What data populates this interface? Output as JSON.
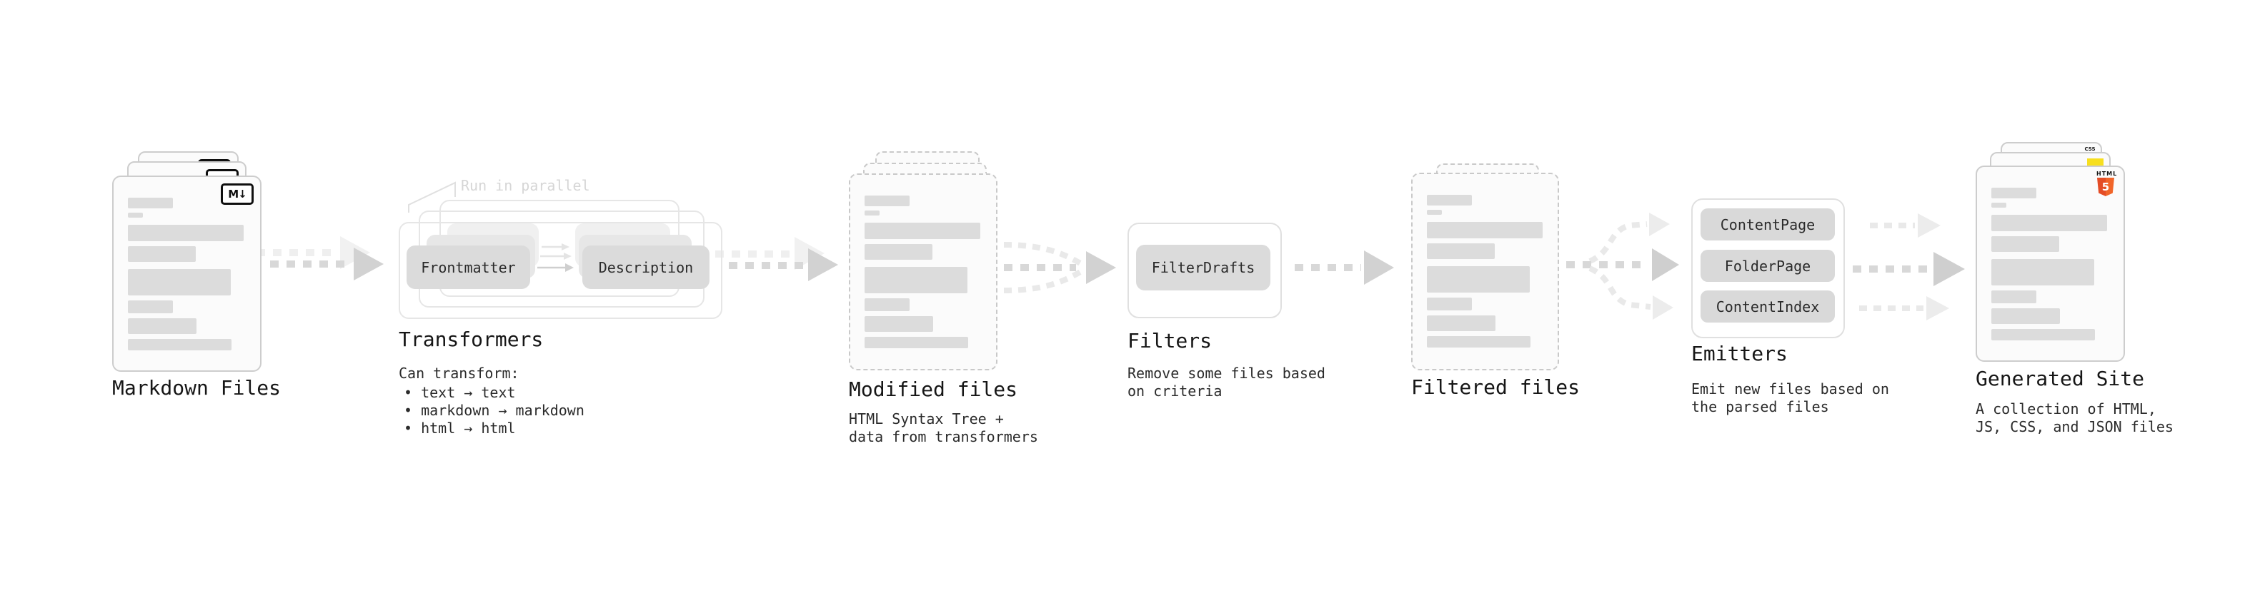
{
  "stages": {
    "markdown": {
      "label": "Markdown Files",
      "badge": "M↓"
    },
    "transformers": {
      "label": "Transformers",
      "note": "Run in parallel",
      "input_box": "Frontmatter",
      "output_box": "Description",
      "desc_title": "Can transform:",
      "bullets": [
        "• text → text",
        "• markdown → markdown",
        "• html → html"
      ]
    },
    "modified": {
      "label": "Modified files",
      "desc1": "HTML Syntax Tree +",
      "desc2": "data from transformers"
    },
    "filters": {
      "label": "Filters",
      "box": "FilterDrafts",
      "desc1": "Remove some files based",
      "desc2": "on criteria"
    },
    "filtered": {
      "label": "Filtered files"
    },
    "emitters": {
      "label": "Emitters",
      "boxes": [
        "ContentPage",
        "FolderPage",
        "ContentIndex"
      ],
      "desc1": "Emit new files based on",
      "desc2": "the parsed files"
    },
    "generated": {
      "label": "Generated Site",
      "desc1": "A collection of HTML,",
      "desc2": "JS, CSS, and JSON files",
      "html_badge_text": "HTML",
      "html_badge_number": "5",
      "css_badge_text": "CSS"
    }
  },
  "icons": {
    "markdown-icon": "M↓ rounded badge",
    "html5-icon": "orange HTML5 shield",
    "js-icon": "yellow JS square",
    "css-icon": "CSS text with blue bar",
    "arrow-icon": "dashed right arrow"
  },
  "colors": {
    "html5_orange": "#e44d26",
    "html5_orange_light": "#f16529",
    "js_yellow": "#f7df1e",
    "css_blue": "#2965f1",
    "arrow_gray": "#d2d2d2",
    "arrow_light_gray": "#ececec",
    "skeleton_gray": "#dcdcdc"
  }
}
